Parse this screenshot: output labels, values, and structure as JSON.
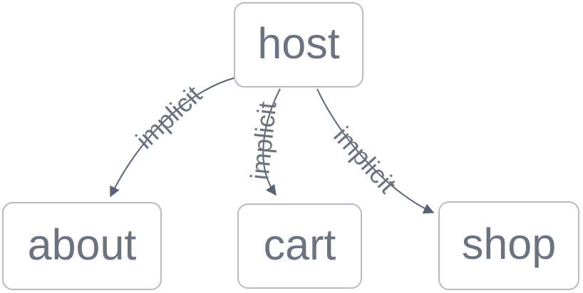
{
  "graph": {
    "nodes": [
      {
        "id": "host",
        "label": "host"
      },
      {
        "id": "about",
        "label": "about"
      },
      {
        "id": "cart",
        "label": "cart"
      },
      {
        "id": "shop",
        "label": "shop"
      }
    ],
    "edges": [
      {
        "from": "host",
        "to": "about",
        "label": "implicit"
      },
      {
        "from": "host",
        "to": "cart",
        "label": "implicit"
      },
      {
        "from": "host",
        "to": "shop",
        "label": "implicit"
      }
    ],
    "colors": {
      "background": "#ffffff",
      "node_border": "#b7bac1",
      "node_fill": "#ffffff",
      "node_text": "#6b7280",
      "edge_stroke": "#5a6477",
      "edge_label_text": "#6b7280"
    }
  }
}
